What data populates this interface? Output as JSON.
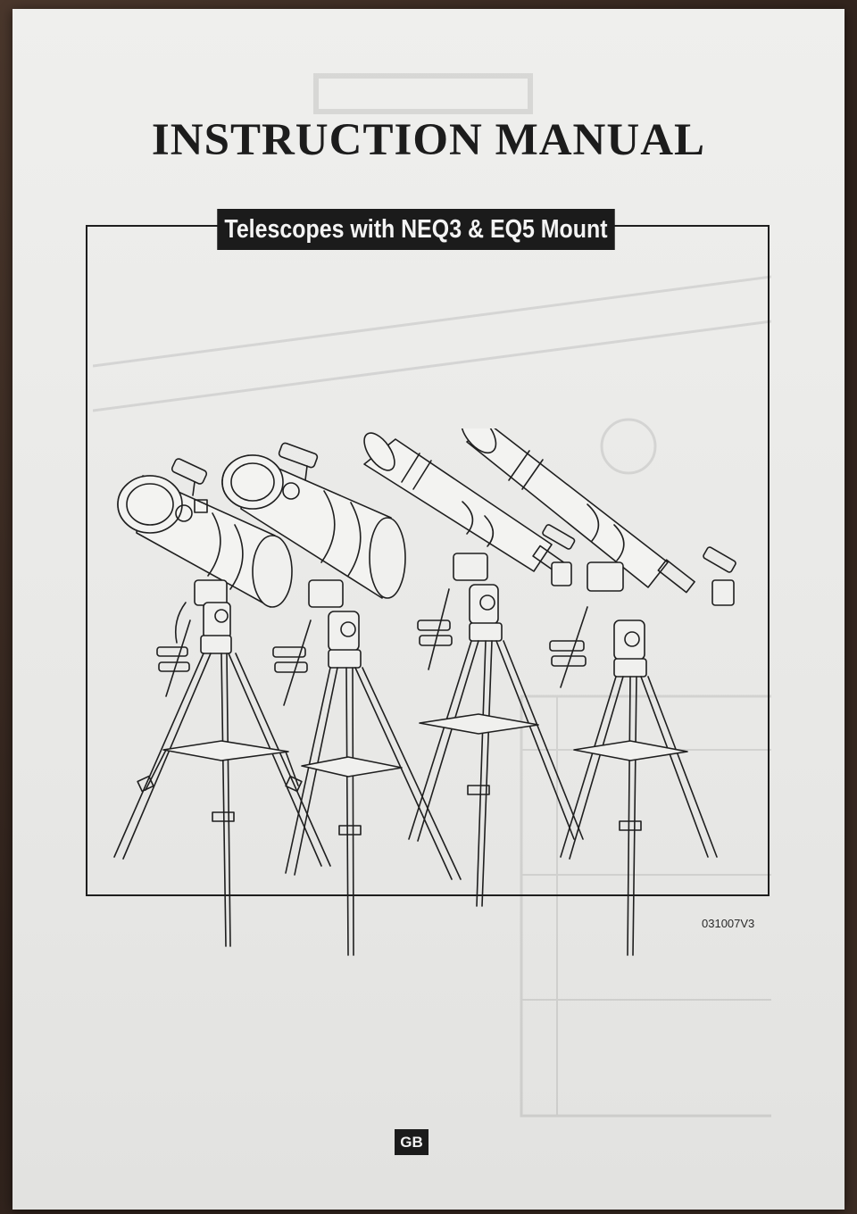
{
  "document": {
    "title": "INSTRUCTION MANUAL",
    "subtitle": "Telescopes with NEQ3 & EQ5 Mount",
    "version_code": "031007V3",
    "language_badge": "GB"
  },
  "colors": {
    "ink": "#1b1b1b",
    "paper": "#ececea"
  }
}
